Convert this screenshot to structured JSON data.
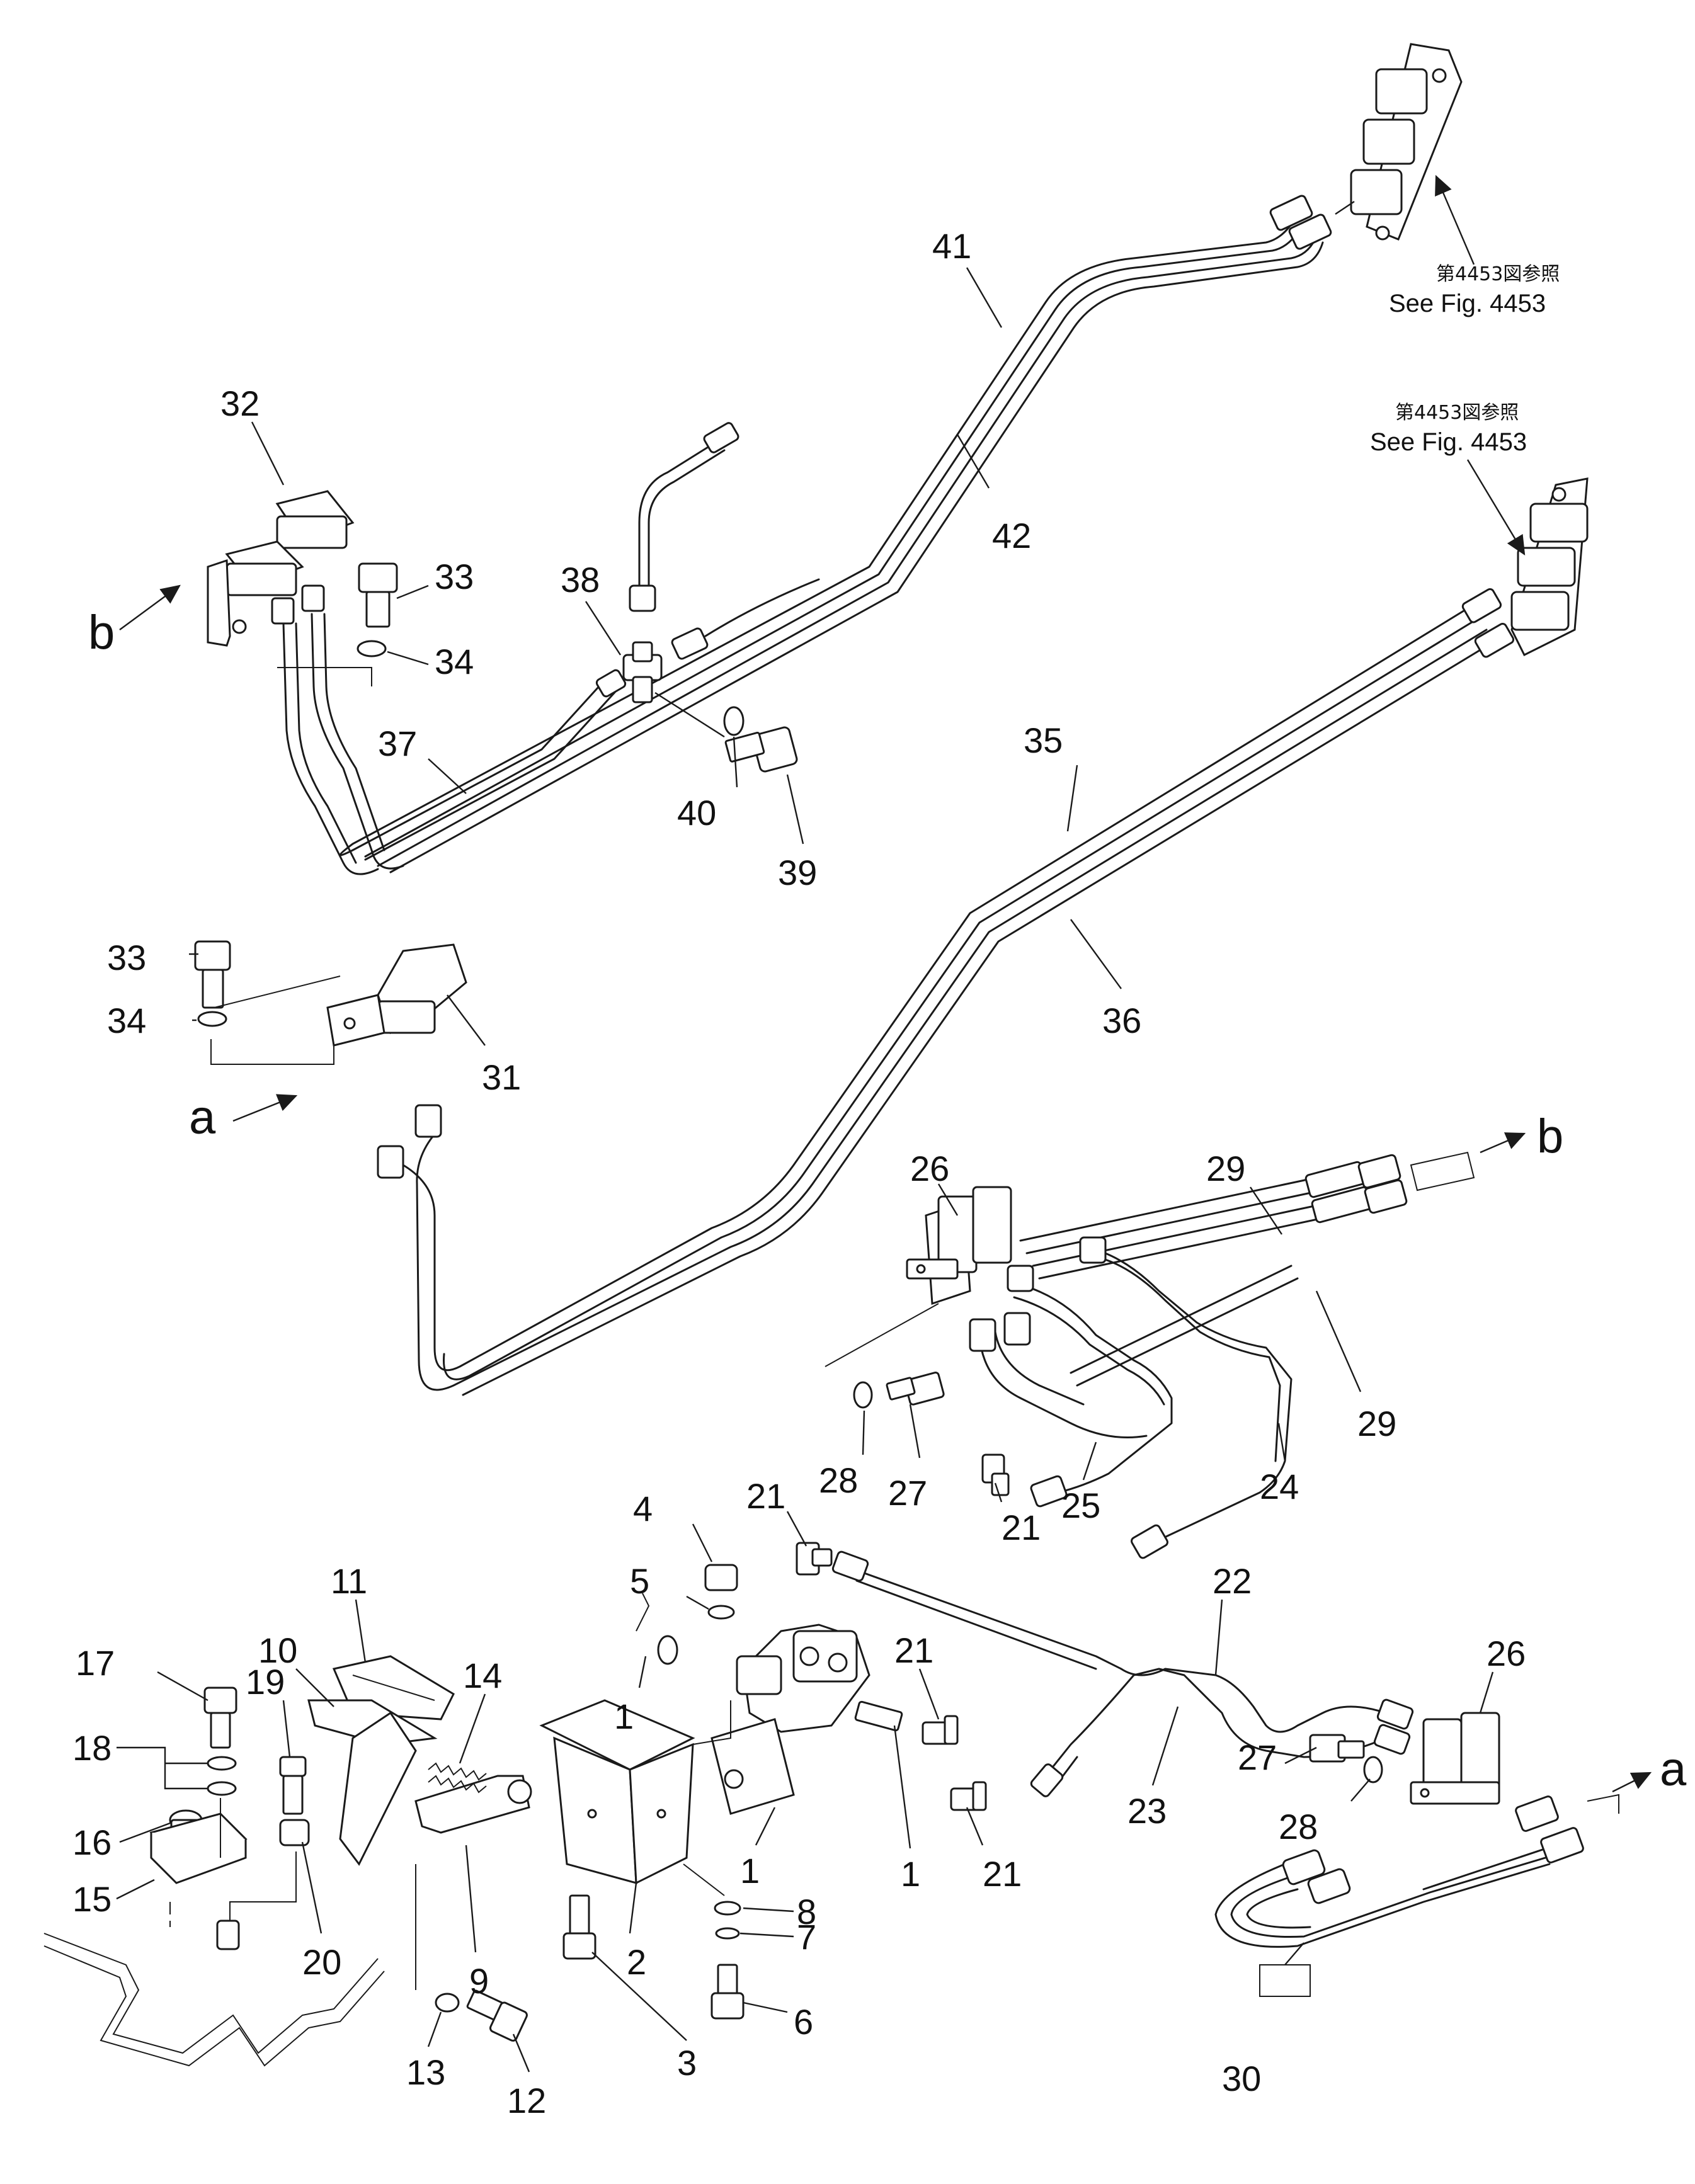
{
  "labels": [
    {
      "id": "c41",
      "text": "41"
    },
    {
      "id": "c42",
      "text": "42"
    },
    {
      "id": "c32",
      "text": "32"
    },
    {
      "id": "c33a",
      "text": "33"
    },
    {
      "id": "c34a",
      "text": "34"
    },
    {
      "id": "c38",
      "text": "38"
    },
    {
      "id": "c37",
      "text": "37"
    },
    {
      "id": "c40",
      "text": "40"
    },
    {
      "id": "c39",
      "text": "39"
    },
    {
      "id": "c35",
      "text": "35"
    },
    {
      "id": "c36",
      "text": "36"
    },
    {
      "id": "c33b",
      "text": "33"
    },
    {
      "id": "c34b",
      "text": "34"
    },
    {
      "id": "c31",
      "text": "31"
    },
    {
      "id": "c26a",
      "text": "26"
    },
    {
      "id": "c29a",
      "text": "29"
    },
    {
      "id": "c29b",
      "text": "29"
    },
    {
      "id": "c28a",
      "text": "28"
    },
    {
      "id": "c27a",
      "text": "27"
    },
    {
      "id": "c25",
      "text": "25"
    },
    {
      "id": "c24",
      "text": "24"
    },
    {
      "id": "c21a",
      "text": "21"
    },
    {
      "id": "c21b",
      "text": "21"
    },
    {
      "id": "c21c",
      "text": "21"
    },
    {
      "id": "c21d",
      "text": "21"
    },
    {
      "id": "c4",
      "text": "4"
    },
    {
      "id": "c5",
      "text": "5"
    },
    {
      "id": "c1a",
      "text": "1"
    },
    {
      "id": "c1b",
      "text": "1"
    },
    {
      "id": "c1c",
      "text": "1"
    },
    {
      "id": "c11",
      "text": "11"
    },
    {
      "id": "c10",
      "text": "10"
    },
    {
      "id": "c14",
      "text": "14"
    },
    {
      "id": "c17",
      "text": "17"
    },
    {
      "id": "c19",
      "text": "19"
    },
    {
      "id": "c18",
      "text": "18"
    },
    {
      "id": "c16",
      "text": "16"
    },
    {
      "id": "c15",
      "text": "15"
    },
    {
      "id": "c20",
      "text": "20"
    },
    {
      "id": "c9",
      "text": "9"
    },
    {
      "id": "c2",
      "text": "2"
    },
    {
      "id": "c8",
      "text": "8"
    },
    {
      "id": "c7",
      "text": "7"
    },
    {
      "id": "c6",
      "text": "6"
    },
    {
      "id": "c3",
      "text": "3"
    },
    {
      "id": "c13",
      "text": "13"
    },
    {
      "id": "c12",
      "text": "12"
    },
    {
      "id": "c22",
      "text": "22"
    },
    {
      "id": "c23",
      "text": "23"
    },
    {
      "id": "c26b",
      "text": "26"
    },
    {
      "id": "c27b",
      "text": "27"
    },
    {
      "id": "c28b",
      "text": "28"
    },
    {
      "id": "c30",
      "text": "30"
    }
  ],
  "references": [
    {
      "jp": "第4453図参照",
      "en": "See Fig. 4453"
    },
    {
      "jp": "第4453図参照",
      "en": "See Fig. 4453"
    }
  ],
  "arrow_markers": {
    "a": "a",
    "b": "b"
  }
}
